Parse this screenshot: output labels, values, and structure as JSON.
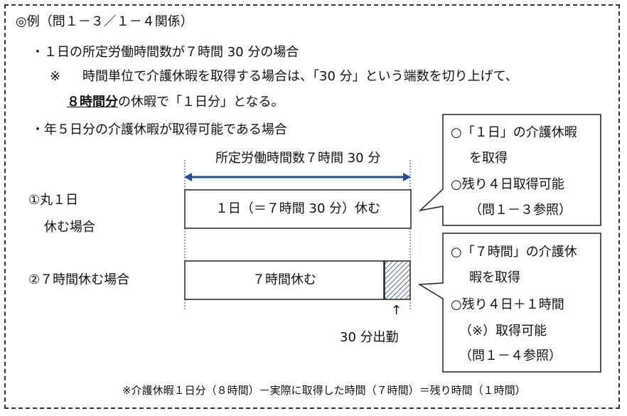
{
  "header": "◎例（問１－３／１－４関係）",
  "case1": {
    "bullet": "・１日の所定労働時間数が７時間 30 分の場合",
    "note_mark": "※",
    "note_line1": "時間単位で介護休暇を取得する場合は、「30 分」という端数を切り上げて、",
    "note_emph": "８時間分",
    "note_line2_rest": "の休暇で「１日分」となる。"
  },
  "case2": {
    "bullet": "・年５日分の介護休暇が取得可能である場合"
  },
  "diagram": {
    "span_label": "所定労働時間数７時間 30 分",
    "row1_label_line1": "①丸１日",
    "row1_label_line2": "休む場合",
    "row1_bar": "１日（＝７時間 30 分）休む",
    "row2_label": "②７時間休む場合",
    "row2_bar": "７時間休む",
    "arrow_up": "↑",
    "work_label": "30 分出勤"
  },
  "callout1": {
    "lines": [
      "○「１日」の介護休暇",
      "を取得",
      "○残り４日取得可能",
      "（問１－３参照）"
    ]
  },
  "callout2": {
    "lines": [
      "○「７時間」の介護休",
      "暇を取得",
      "○残り４日＋１時間",
      "（※）取得可能",
      "（問１－４参照）"
    ]
  },
  "footnote": "※介護休暇１日分（８時間）－実際に取得した時間（７時間）＝残り時間（１時間）",
  "colors": {
    "span_arrow": "#1f4e9c",
    "guide_line": "#1f4e9c",
    "hatch": "#1f4e9c"
  }
}
